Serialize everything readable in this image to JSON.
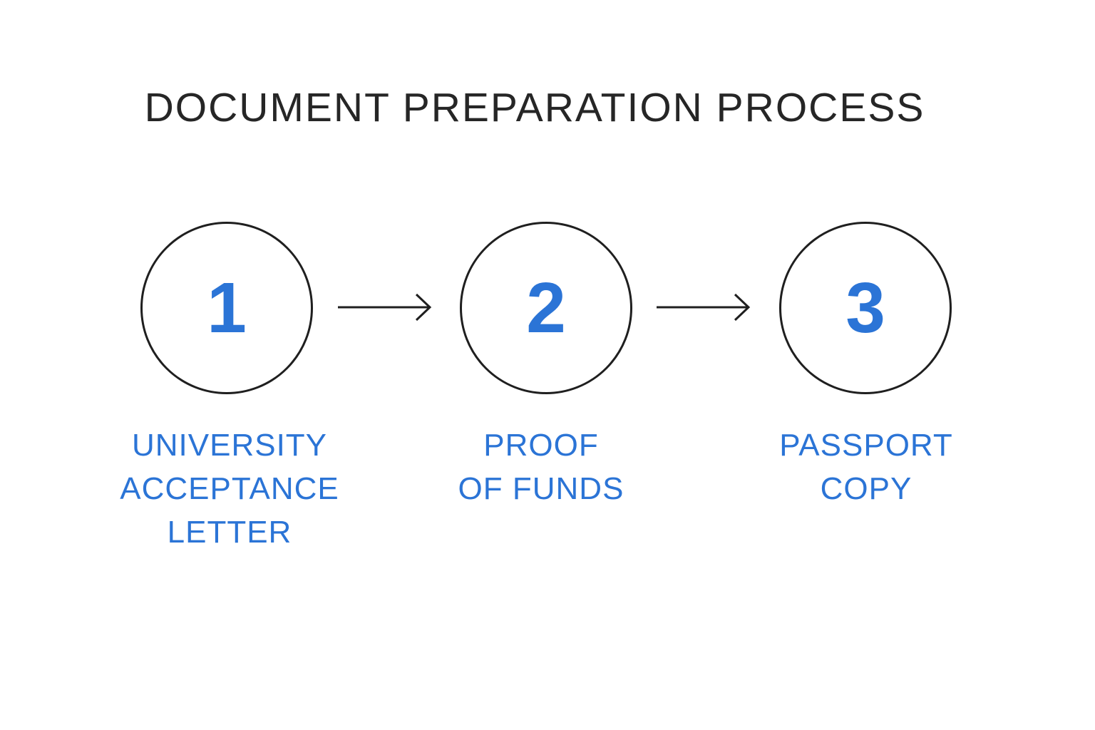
{
  "title": "DOCUMENT PREPARATION PROCESS",
  "colors": {
    "accent": "#2b74d6",
    "text": "#262626",
    "stroke": "#1f1f1f",
    "background": "#ffffff"
  },
  "steps": [
    {
      "number": "1",
      "label_lines": [
        "UNIVERSITY",
        "ACCEPTANCE",
        "LETTER"
      ]
    },
    {
      "number": "2",
      "label_lines": [
        "PROOF",
        "OF FUNDS"
      ]
    },
    {
      "number": "3",
      "label_lines": [
        "PASSPORT",
        "COPY"
      ]
    }
  ],
  "connectors": [
    {
      "icon": "arrow-right-icon"
    },
    {
      "icon": "arrow-right-icon"
    }
  ]
}
